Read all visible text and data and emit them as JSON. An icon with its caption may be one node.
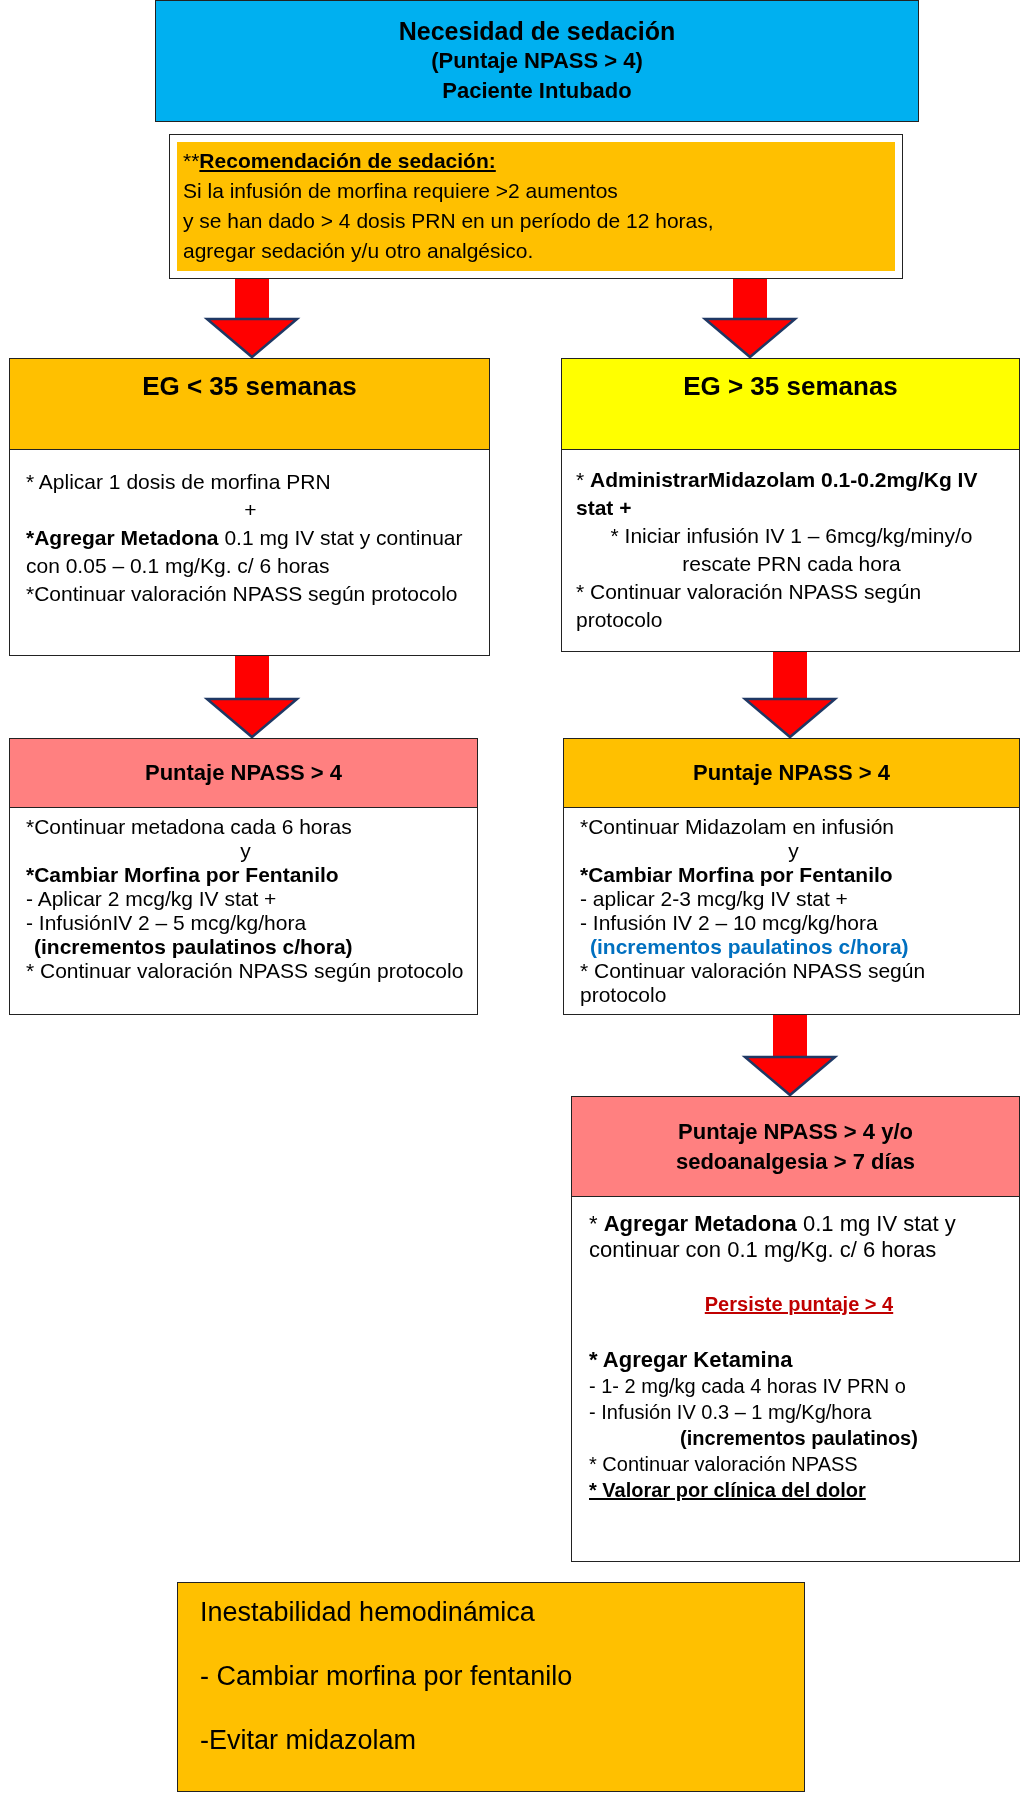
{
  "diagram": {
    "nodes": [
      {
        "text": [
          "Necesidad de sedación",
          "(Puntaje NPASS > 4)",
          "Paciente Intubado"
        ]
      },
      {
        "text": [
          "**",
          "Recomendación de sedación:",
          "Si la infusión de morfina requiere >2 aumentos",
          "y se han dado > 4 dosis PRN en un período de 12 horas,",
          "agregar sedación y/u otro analgésico."
        ]
      },
      {
        "text": [
          "EG < 35 semanas",
          "* Aplicar 1 dosis de morfina PRN",
          "+",
          "***Agregar Metadona** 0.1 mg IV stat y continuar con 0.05 – 0.1 mg/Kg. c/ 6 horas",
          "*Continuar valoración NPASS según protocolo"
        ]
      },
      {
        "text": [
          "EG > 35 semanas",
          "* **AdministrarMidazolam 0.1-0.2mg/Kg IV stat    +**",
          "* Iniciar infusión IV 1 – 6mcg/kg/miny/o rescate PRN cada hora",
          "* Continuar valoración NPASS según protocolo"
        ]
      },
      {
        "text": [
          "Puntaje NPASS > 4",
          "*Continuar metadona cada 6 horas",
          "y",
          "*Cambiar Morfina por Fentanilo",
          "- Aplicar 2 mcg/kg IV stat +",
          "- InfusiónIV 2 – 5 mcg/kg/hora",
          "(incrementos paulatinos c/hora)",
          "* Continuar valoración NPASS según protocolo"
        ]
      },
      {
        "text": [
          "Puntaje NPASS > 4",
          "*Continuar Midazolam en infusión",
          "y",
          "*Cambiar Morfina por Fentanilo",
          "- aplicar 2-3 mcg/kg IV stat +",
          "- Infusión IV 2 – 10 mcg/kg/hora",
          "(incrementos paulatinos c/hora)",
          "* Continuar valoración NPASS según protocolo"
        ]
      },
      {
        "text": [
          "Puntaje NPASS > 4 y/o sedoanalgesia > 7 días",
          "* **Agregar Metadona** 0.1 mg IV stat y continuar con 0.1 mg/Kg. c/ 6 horas",
          "Persiste puntaje > 4",
          "* Agregar Ketamina",
          "- 1- 2 mg/kg cada 4 horas IV PRN o",
          "- Infusión IV 0.3 – 1 mg/Kg/hora",
          "(incrementos paulatinos)",
          "* Continuar valoración NPASS",
          "* Valorar por clínica del dolor"
        ]
      },
      {
        "text": [
          "Inestabilidad hemodinámica",
          "- Cambiar morfina por fentanilo",
          "-Evitar midazolam"
        ]
      }
    ],
    "edges": [
      {
        "from": 1,
        "to": 2,
        "arrow": "to"
      },
      {
        "from": 1,
        "to": 3,
        "arrow": "to"
      },
      {
        "from": 2,
        "to": 4,
        "arrow": "to"
      },
      {
        "from": 3,
        "to": 5,
        "arrow": "to"
      },
      {
        "from": 5,
        "to": 6,
        "arrow": "to"
      }
    ]
  }
}
